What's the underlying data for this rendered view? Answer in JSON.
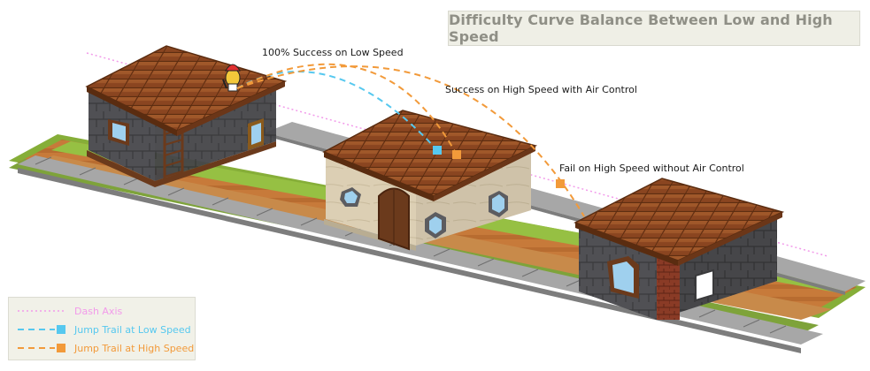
{
  "title": "Difficulty Curve Balance Between Low and High Speed",
  "annotations": {
    "low_success": "100% Success on Low Speed",
    "high_success": "Success on High Speed with Air Control",
    "high_fail": "Fail on High Speed without Air Control"
  },
  "legend": {
    "items": [
      {
        "label": "Dash Axis",
        "color": "#f29bea"
      },
      {
        "label": "Jump Trail at Low Speed",
        "color": "#56c8ef"
      },
      {
        "label": "Jump Trail at High Speed",
        "color": "#f29a3a"
      }
    ]
  },
  "colors": {
    "dash_axis": "#f29bea",
    "low_speed": "#56c8ef",
    "high_speed": "#f29a3a",
    "roof": "#8a4520",
    "stone_dark": "#4b4b4e",
    "stone_light": "#d9ccb2",
    "grass": "#8db83a",
    "rail": "#9a9a9a",
    "dirt": "#c77a3a"
  },
  "icons": [
    "character-sprite",
    "ladder",
    "window",
    "door"
  ]
}
